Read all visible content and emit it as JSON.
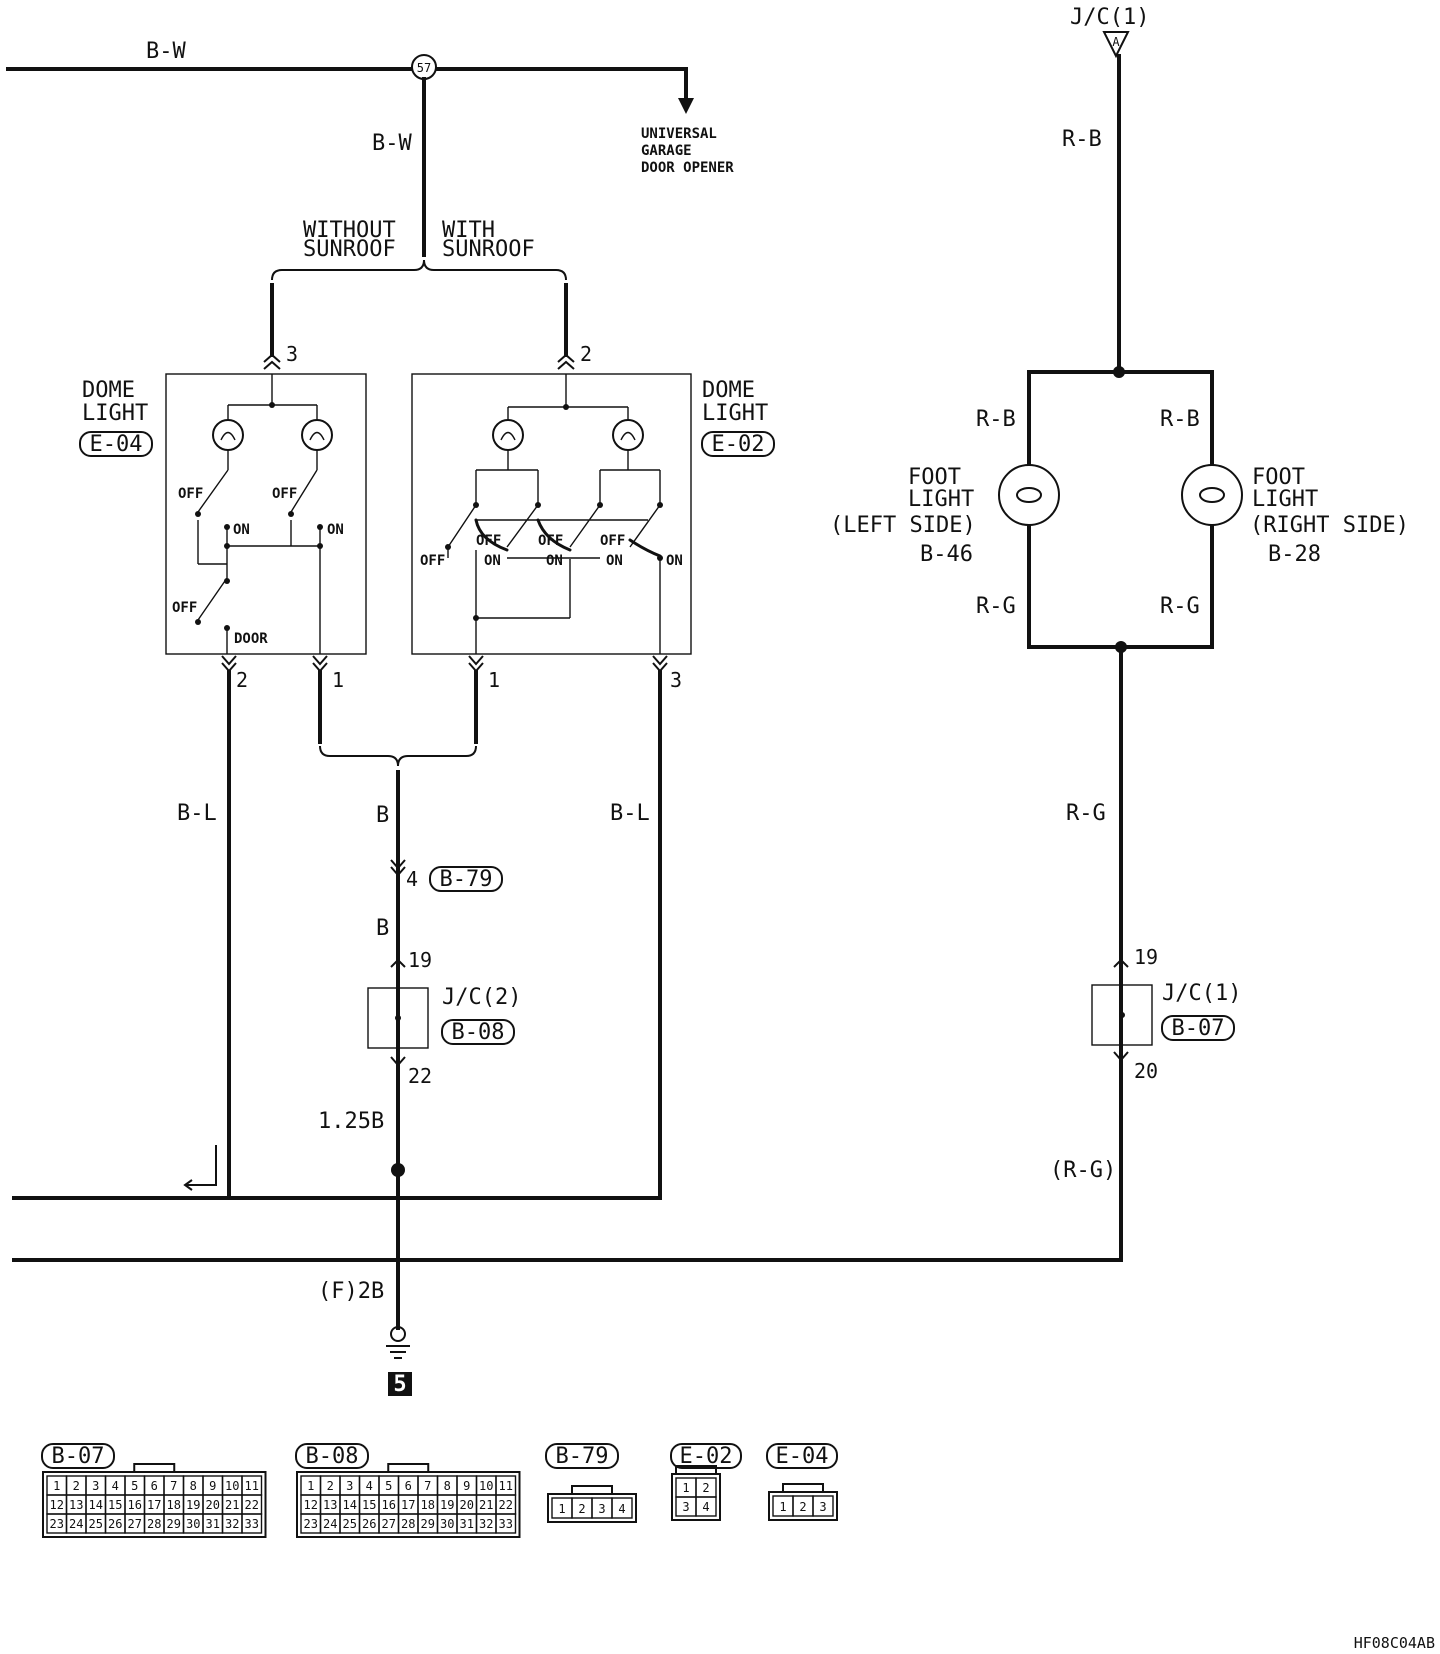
{
  "wire_colors": {
    "b_w_main": "B-W",
    "b_w_drop": "B-W",
    "r_b_main": "R-B",
    "r_b_left": "R-B",
    "r_b_right": "R-B",
    "r_g_left": "R-G",
    "r_g_right": "R-G",
    "r_g_main": "R-G",
    "r_g_paren": "(R-G)",
    "b_l_left": "B-L",
    "b_l_right": "B-L",
    "b_center": "B",
    "b_center2": "B",
    "b_125": "1.25B",
    "b_f2": "(F)2B"
  },
  "splice": {
    "number": "57"
  },
  "universal_garage": [
    "UNIVERSAL",
    "GARAGE",
    "DOOR OPENER"
  ],
  "variants": {
    "without": [
      "WITHOUT",
      "SUNROOF"
    ],
    "with": [
      "WITH",
      "SUNROOF"
    ]
  },
  "dome_light_left": {
    "title": [
      "DOME",
      "LIGHT"
    ],
    "connector": "E-04"
  },
  "dome_light_right": {
    "title": [
      "DOME",
      "LIGHT"
    ],
    "connector": "E-02"
  },
  "foot_light_left": {
    "title": [
      "FOOT",
      "LIGHT",
      "(LEFT SIDE)"
    ],
    "code": "B-46"
  },
  "foot_light_right": {
    "title": [
      "FOOT",
      "LIGHT",
      "(RIGHT SIDE)"
    ],
    "code": "B-28"
  },
  "jc1_top": {
    "label": "J/C(1)",
    "marker": "A"
  },
  "jc2": {
    "label": "J/C(2)",
    "connector": "B-08",
    "pin_in": "19",
    "pin_out": "22"
  },
  "jc1_bottom": {
    "label": "J/C(1)",
    "connector": "B-07",
    "pin_in": "19",
    "pin_out": "20"
  },
  "b79": {
    "connector": "B-79",
    "pin": "4"
  },
  "switch_labels": {
    "off": "OFF",
    "on": "ON",
    "door": "DOOR"
  },
  "pins": {
    "e04_top": "3",
    "e02_top": "2",
    "e04_bottom_left": "2",
    "e04_bottom_right": "1",
    "e02_bottom_left": "1",
    "e02_bottom_right": "3"
  },
  "ground": {
    "number": "5"
  },
  "connector_views": {
    "b07": {
      "label": "B-07",
      "rows": [
        [
          "1",
          "2",
          "3",
          "4",
          "5",
          "6",
          "7",
          "8",
          "9",
          "10",
          "11"
        ],
        [
          "12",
          "13",
          "14",
          "15",
          "16",
          "17",
          "18",
          "19",
          "20",
          "21",
          "22"
        ],
        [
          "23",
          "24",
          "25",
          "26",
          "27",
          "28",
          "29",
          "30",
          "31",
          "32",
          "33"
        ]
      ]
    },
    "b08": {
      "label": "B-08",
      "rows": [
        [
          "1",
          "2",
          "3",
          "4",
          "5",
          "6",
          "7",
          "8",
          "9",
          "10",
          "11"
        ],
        [
          "12",
          "13",
          "14",
          "15",
          "16",
          "17",
          "18",
          "19",
          "20",
          "21",
          "22"
        ],
        [
          "23",
          "24",
          "25",
          "26",
          "27",
          "28",
          "29",
          "30",
          "31",
          "32",
          "33"
        ]
      ]
    },
    "b79": {
      "label": "B-79",
      "rows": [
        [
          "1",
          "2",
          "3",
          "4"
        ]
      ]
    },
    "e02": {
      "label": "E-02",
      "rows": [
        [
          "1",
          "2"
        ],
        [
          "3",
          "4"
        ]
      ]
    },
    "e04": {
      "label": "E-04",
      "rows": [
        [
          "1",
          "2",
          "3"
        ]
      ]
    }
  },
  "figure_id": "HF08C04AB"
}
